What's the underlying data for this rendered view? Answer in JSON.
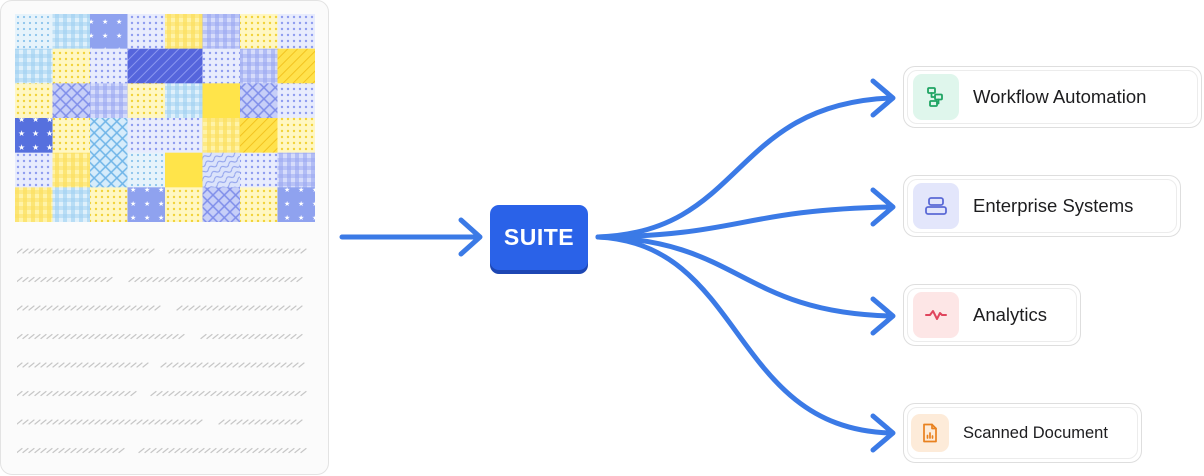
{
  "center": {
    "label": "SUITE"
  },
  "outputs": [
    {
      "label": "Workflow Automation",
      "icon": "workflow-icon",
      "bg": "#dff6ec",
      "color": "#1fa463"
    },
    {
      "label": "Enterprise Systems",
      "icon": "server-icon",
      "bg": "#e3e6fb",
      "color": "#5b6ad6"
    },
    {
      "label": "Analytics",
      "icon": "pulse-icon",
      "bg": "#fde6e6",
      "color": "#e0455d"
    },
    {
      "label": "Scanned Document",
      "icon": "report-icon",
      "bg": "#fdebd9",
      "color": "#e8811f"
    }
  ],
  "colors": {
    "accent": "#2a62e8",
    "arrow": "#3b7ae6"
  }
}
